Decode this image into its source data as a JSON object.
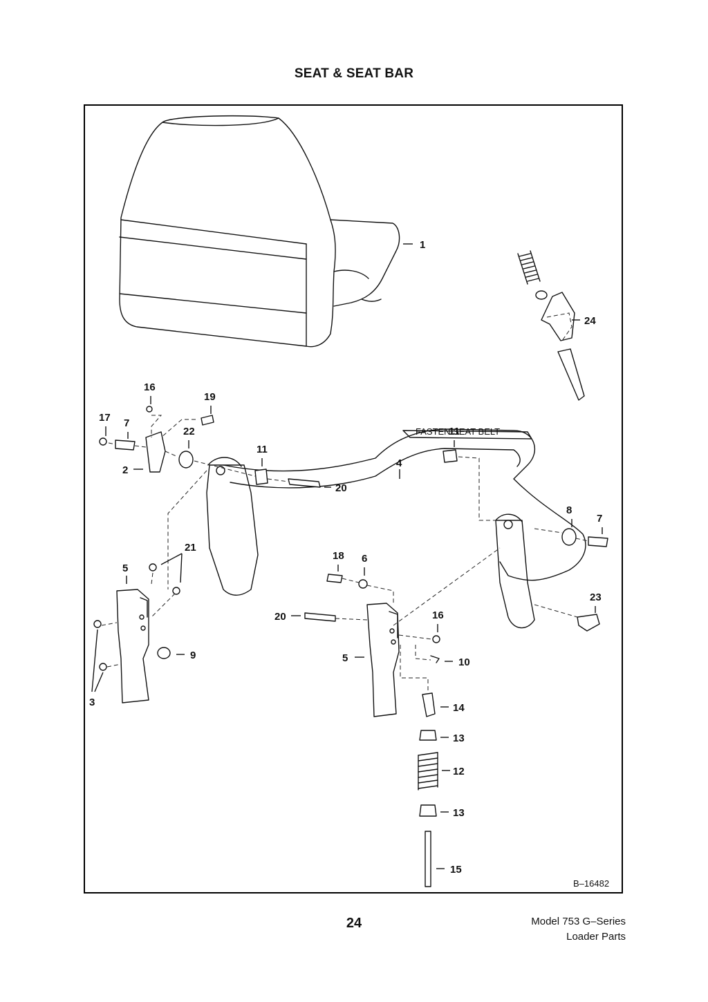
{
  "page": {
    "title": "SEAT & SEAT BAR",
    "page_number": "24",
    "footer_line1": "Model 753 G–Series",
    "footer_line2": "Loader Parts"
  },
  "figure": {
    "figure_number": "B–16482",
    "belt_text": "FASTEN SEAT BELT",
    "callouts": {
      "c1": "1",
      "c24": "24",
      "c16a": "16",
      "c19": "19",
      "c17": "17",
      "c7a": "7",
      "c22": "22",
      "c11a": "11",
      "c2": "2",
      "c20a": "20",
      "c11b": "11",
      "c4": "4",
      "c8": "8",
      "c7b": "7",
      "c21": "21",
      "c5a": "5",
      "c18": "18",
      "c6": "6",
      "c23": "23",
      "c20b": "20",
      "c16b": "16",
      "c5b": "5",
      "c9": "9",
      "c10": "10",
      "c3": "3",
      "c14": "14",
      "c13a": "13",
      "c12": "12",
      "c13b": "13",
      "c15": "15"
    }
  }
}
